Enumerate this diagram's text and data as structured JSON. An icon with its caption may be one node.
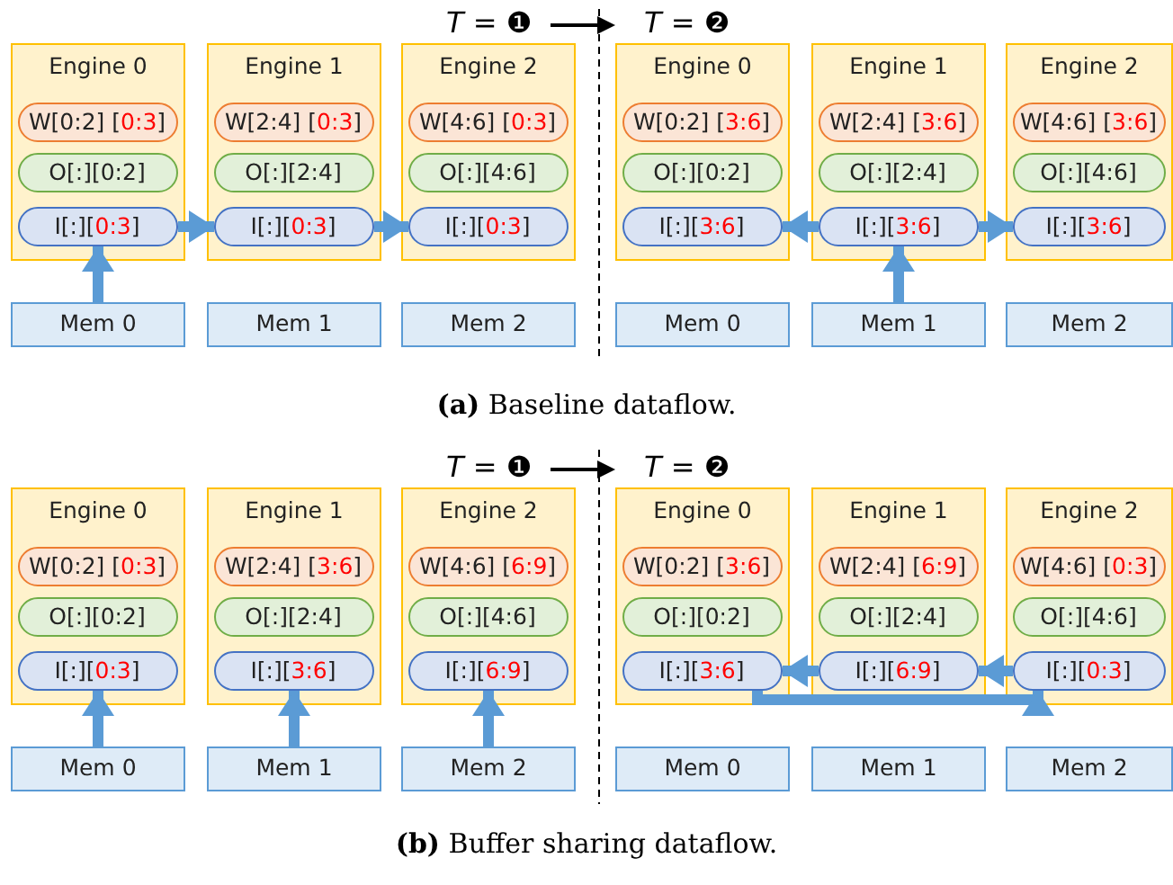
{
  "diagram": {
    "nodes": [
      {
        "text": [
          "Engine 0"
        ]
      },
      {
        "text": [
          "W[0:2] [0:3]"
        ],
        "in": 0
      },
      {
        "text": [
          "O[:][0:2]"
        ],
        "in": 0
      },
      {
        "text": [
          "I[:][0:3]"
        ],
        "in": 0
      },
      {
        "text": [
          "Engine 1"
        ]
      },
      {
        "text": [
          "W[2:4] [0:3]"
        ],
        "in": 4
      },
      {
        "text": [
          "O[:][2:4]"
        ],
        "in": 4
      },
      {
        "text": [
          "I[:][0:3]"
        ],
        "in": 4
      },
      {
        "text": [
          "Engine 2"
        ]
      },
      {
        "text": [
          "W[4:6] [0:3]"
        ],
        "in": 8
      },
      {
        "text": [
          "O[:][4:6]"
        ],
        "in": 8
      },
      {
        "text": [
          "I[:][0:3]"
        ],
        "in": 8
      },
      {
        "text": [
          "Engine 0"
        ]
      },
      {
        "text": [
          "W[0:2] [3:6]"
        ],
        "in": 12
      },
      {
        "text": [
          "O[:][0:2]"
        ],
        "in": 12
      },
      {
        "text": [
          "I[:][3:6]"
        ],
        "in": 12
      },
      {
        "text": [
          "Engine 1"
        ]
      },
      {
        "text": [
          "W[2:4] [3:6]"
        ],
        "in": 16
      },
      {
        "text": [
          "O[:][2:4]"
        ],
        "in": 16
      },
      {
        "text": [
          "I[:][3:6]"
        ],
        "in": 16
      },
      {
        "text": [
          "Engine 2"
        ]
      },
      {
        "text": [
          "W[4:6] [3:6]"
        ],
        "in": 20
      },
      {
        "text": [
          "O[:][4:6]"
        ],
        "in": 20
      },
      {
        "text": [
          "I[:][3:6]"
        ],
        "in": 20
      },
      {
        "text": [
          "Mem 0"
        ]
      },
      {
        "text": [
          "Mem 1"
        ]
      },
      {
        "text": [
          "Mem 2"
        ]
      },
      {
        "text": [
          "Mem 0"
        ]
      },
      {
        "text": [
          "Mem 1"
        ]
      },
      {
        "text": [
          "Mem 2"
        ]
      },
      {
        "text": [
          "Engine 0"
        ]
      },
      {
        "text": [
          "W[0:2] [0:3]"
        ],
        "in": 30
      },
      {
        "text": [
          "O[:][0:2]"
        ],
        "in": 30
      },
      {
        "text": [
          "I[:][0:3]"
        ],
        "in": 30
      },
      {
        "text": [
          "Engine 1"
        ]
      },
      {
        "text": [
          "W[2:4] [3:6]"
        ],
        "in": 34
      },
      {
        "text": [
          "O[:][2:4]"
        ],
        "in": 34
      },
      {
        "text": [
          "I[:][3:6]"
        ],
        "in": 34
      },
      {
        "text": [
          "Engine 2"
        ]
      },
      {
        "text": [
          "W[4:6] [6:9]"
        ],
        "in": 38
      },
      {
        "text": [
          "O[:][4:6]"
        ],
        "in": 38
      },
      {
        "text": [
          "I[:][6:9]"
        ],
        "in": 38
      },
      {
        "text": [
          "Engine 0"
        ]
      },
      {
        "text": [
          "W[0:2] [3:6]"
        ],
        "in": 42
      },
      {
        "text": [
          "O[:][0:2]"
        ],
        "in": 42
      },
      {
        "text": [
          "I[:][3:6]"
        ],
        "in": 42
      },
      {
        "text": [
          "Engine 1"
        ]
      },
      {
        "text": [
          "W[2:4] [6:9]"
        ],
        "in": 46
      },
      {
        "text": [
          "O[:][2:4]"
        ],
        "in": 46
      },
      {
        "text": [
          "I[:][6:9]"
        ],
        "in": 46
      },
      {
        "text": [
          "Engine 2"
        ]
      },
      {
        "text": [
          "W[4:6] [0:3]"
        ],
        "in": 50
      },
      {
        "text": [
          "O[:][4:6]"
        ],
        "in": 50
      },
      {
        "text": [
          "I[:][0:3]"
        ],
        "in": 50
      },
      {
        "text": [
          "Mem 0"
        ]
      },
      {
        "text": [
          "Mem 1"
        ]
      },
      {
        "text": [
          "Mem 2"
        ]
      },
      {
        "text": [
          "Mem 0"
        ]
      },
      {
        "text": [
          "Mem 1"
        ]
      },
      {
        "text": [
          "Mem 2"
        ]
      }
    ],
    "edges": [
      {
        "from": 24,
        "to": 3,
        "arrow": "to"
      },
      {
        "from": 3,
        "to": 7,
        "arrow": "to"
      },
      {
        "from": 7,
        "to": 11,
        "arrow": "to"
      },
      {
        "from": 28,
        "to": 19,
        "arrow": "to"
      },
      {
        "from": 19,
        "to": 15,
        "arrow": "to"
      },
      {
        "from": 19,
        "to": 23,
        "arrow": "to"
      },
      {
        "from": 54,
        "to": 33,
        "arrow": "to"
      },
      {
        "from": 55,
        "to": 37,
        "arrow": "to"
      },
      {
        "from": 56,
        "to": 41,
        "arrow": "to"
      },
      {
        "from": 49,
        "to": 45,
        "arrow": "to"
      },
      {
        "from": 53,
        "to": 49,
        "arrow": "to"
      },
      {
        "from": 45,
        "to": 53,
        "arrow": "to"
      }
    ],
    "labels": [
      "*T* = ❶",
      "*T* = ❷",
      "**(a)** Baseline dataflow.",
      "*T* = ❶",
      "*T* = ❷",
      "**(b)** Buffer sharing dataflow."
    ]
  }
}
